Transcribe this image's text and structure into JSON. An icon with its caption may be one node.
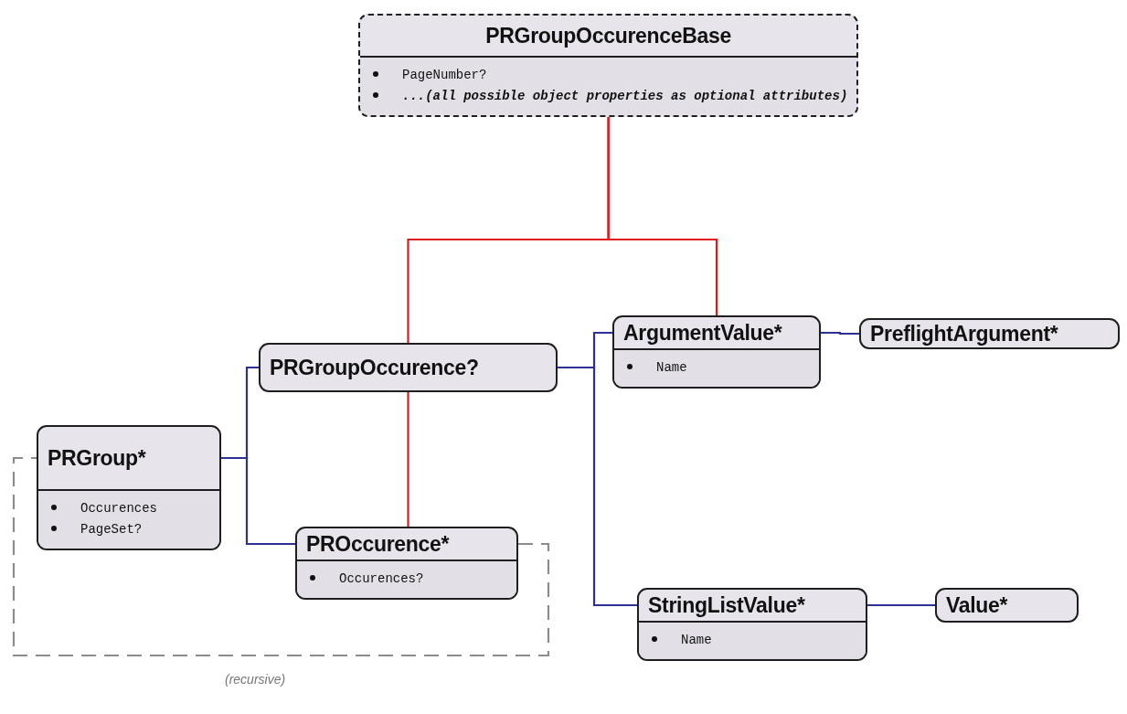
{
  "diagram": {
    "nodes": [
      {
        "text": [
          "PRGroupOccurenceBase",
          "PageNumber?",
          "...(all possible object properties as optional attributes)"
        ]
      },
      {
        "text": [
          "PRGroupOccurence?"
        ]
      },
      {
        "text": [
          "ArgumentValue*",
          "Name"
        ]
      },
      {
        "text": [
          "PreflightArgument*"
        ]
      },
      {
        "text": [
          "PRGroup*",
          "Occurences",
          "PageSet?"
        ]
      },
      {
        "text": [
          "PROccurence*",
          "Occurences?"
        ]
      },
      {
        "text": [
          "StringListValue*",
          "Name"
        ]
      },
      {
        "text": [
          "Value*"
        ]
      }
    ],
    "edges": [
      {
        "from": 0,
        "to": 1,
        "arrow": "none",
        "color": "#e0191b"
      },
      {
        "from": 0,
        "to": 2,
        "arrow": "none",
        "color": "#e0191b"
      },
      {
        "from": 1,
        "to": 5,
        "arrow": "none",
        "color": "#e0191b"
      },
      {
        "from": 4,
        "to": 1,
        "arrow": "none"
      },
      {
        "from": 4,
        "to": 5,
        "arrow": "none"
      },
      {
        "from": 1,
        "to": 2,
        "arrow": "none"
      },
      {
        "from": 1,
        "to": 6,
        "arrow": "none"
      },
      {
        "from": 2,
        "to": 3,
        "arrow": "none"
      },
      {
        "from": 6,
        "to": 7,
        "arrow": "none"
      },
      {
        "from": 5,
        "to": 4,
        "arrow": "none",
        "style": "dashed",
        "color": "#8c8c8c",
        "label": "(recursive)"
      }
    ]
  }
}
